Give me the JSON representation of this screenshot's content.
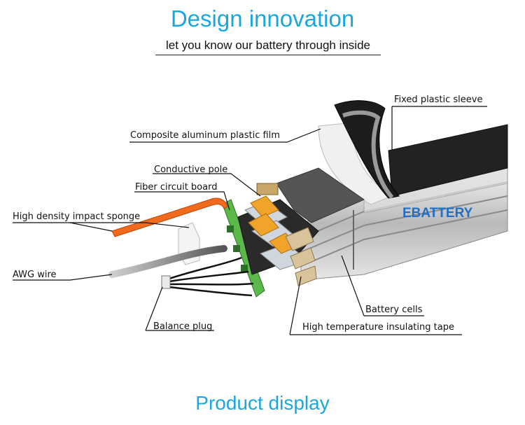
{
  "header": {
    "title": "Design innovation",
    "subtitle": "let you know our battery through inside"
  },
  "diagram": {
    "brand": "EBATTERY",
    "labels": {
      "fixed_plastic_sleeve": "Fixed plastic sleeve",
      "composite_film": "Composite aluminum plastic film",
      "conductive_pole": "Conductive pole",
      "fiber_circuit_board": "Fiber circuit board",
      "impact_sponge": "High density impact sponge",
      "awg_wire": "AWG wire",
      "balance_plug": "Balance plug",
      "battery_cells": "Battery cells",
      "insulating_tape": "High temperature insulating tape"
    },
    "colors": {
      "accent": "#1aa7de",
      "brand": "#1f6fc7",
      "tab": "#f0a42a",
      "board": "#5bb84a",
      "sponge": "#f26a1b"
    }
  },
  "footer": {
    "title": "Product display"
  }
}
